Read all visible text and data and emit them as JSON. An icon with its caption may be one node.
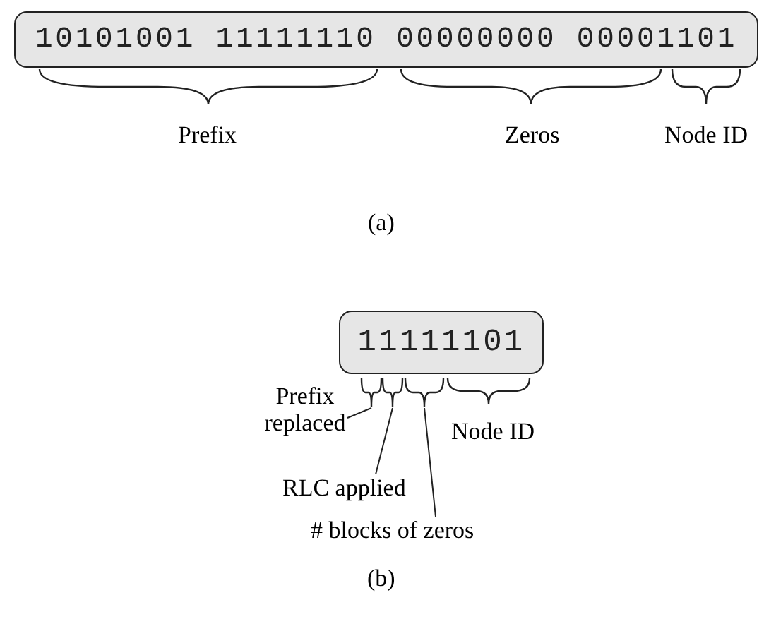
{
  "diagram": {
    "nodes": [
      {
        "text": [
          "10101001 11111110 00000000 00001101"
        ]
      },
      {
        "text": [
          "11111101"
        ]
      },
      {
        "text": [
          "Prefix replaced"
        ]
      },
      {
        "text": [
          "RLC applied"
        ]
      },
      {
        "text": [
          "# blocks of zeros"
        ]
      },
      {
        "text": [],
        "shape": "brace"
      },
      {
        "text": [],
        "shape": "brace"
      },
      {
        "text": [],
        "shape": "brace"
      }
    ],
    "edges": [
      {
        "from": 2,
        "to": 5,
        "arrow": "none"
      },
      {
        "from": 3,
        "to": 6,
        "arrow": "none"
      },
      {
        "from": 4,
        "to": 7,
        "arrow": "none"
      }
    ],
    "labels": [
      "Prefix",
      "Zeros",
      "Node ID",
      "(a)",
      "Node ID",
      "(b)"
    ]
  }
}
